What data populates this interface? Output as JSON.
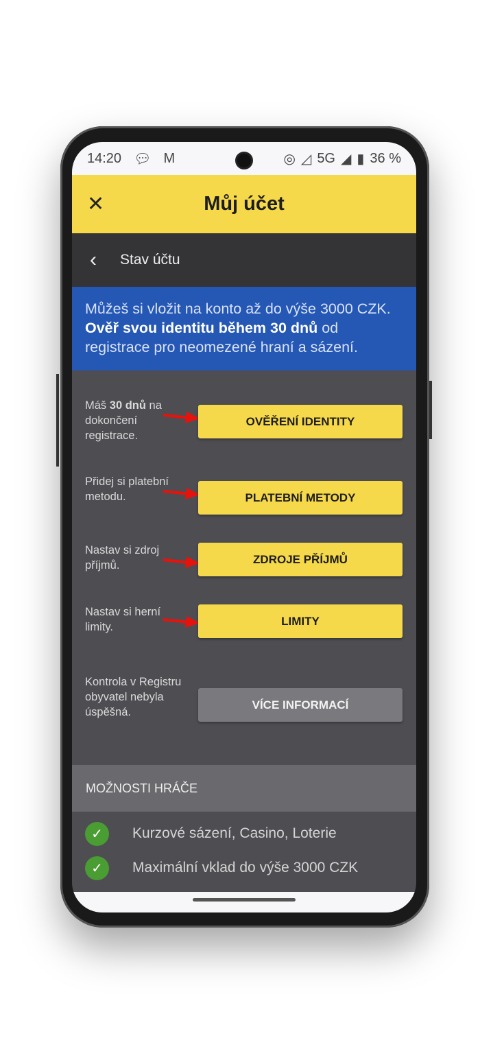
{
  "status_bar": {
    "time": "14:20",
    "network": "5G",
    "battery": "36 %"
  },
  "header": {
    "title": "Můj účet"
  },
  "subheader": {
    "title": "Stav účtu"
  },
  "info_banner": {
    "text_1": "Můžeš si vložit na konto až do výše 3000 CZK. ",
    "text_bold": "Ověř svou identitu během 30 dnů",
    "text_2": " od registrace pro neomezené hraní a sázení."
  },
  "rows": [
    {
      "text_pre": "Máš ",
      "text_bold": "30 dnů",
      "text_post": " na dokončení registrace.",
      "button": "OVĚŘENÍ IDENTITY"
    },
    {
      "text": "Přidej si platební metodu.",
      "button": "PLATEBNÍ METODY"
    },
    {
      "text": "Nastav si zdroj příjmů.",
      "button": "ZDROJE PŘÍJMŮ"
    },
    {
      "text": "Nastav si herní limity.",
      "button": "LIMITY"
    },
    {
      "text": "Kontrola v Registru obyvatel nebyla úspěšná.",
      "button": "VÍCE INFORMACÍ"
    }
  ],
  "section": {
    "title": "MOŽNOSTI HRÁČE"
  },
  "options": [
    "Kurzové sázení, Casino, Loterie",
    "Maximální vklad do výše 3000 CZK"
  ],
  "colors": {
    "accent": "#f6d94a",
    "banner": "#2557b5",
    "check": "#4a9d32",
    "arrow": "#e8120c"
  }
}
